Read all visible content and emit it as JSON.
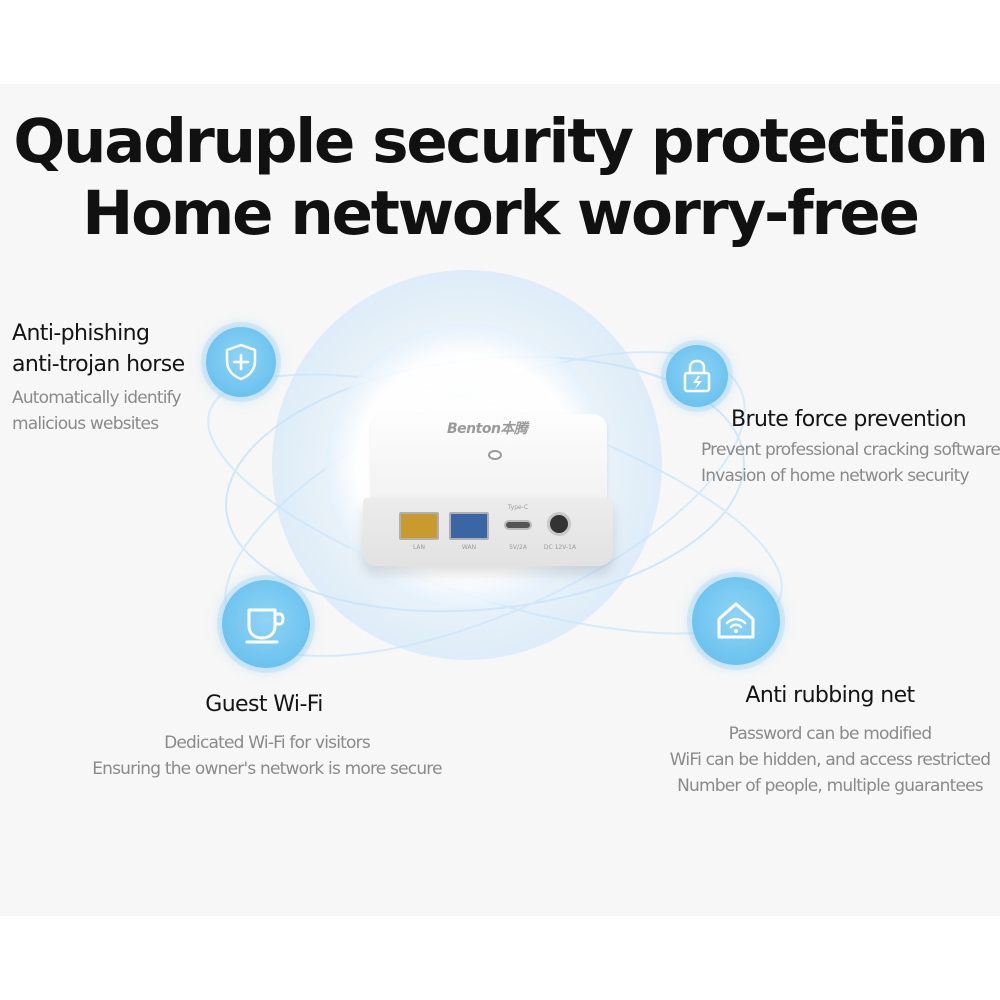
{
  "headline": {
    "line1": "Quadruple security protection",
    "line2": "Home network worry-free"
  },
  "router": {
    "brand": "Benton本腾",
    "ports": {
      "lan": "LAN",
      "wan": "WAN",
      "usbc_top": "Type-C",
      "usbc": "5V/2A",
      "dc": "DC 12V-1A"
    }
  },
  "features": {
    "anti_phishing": {
      "icon": "shield-plus-icon",
      "title_lines": [
        "Anti-phishing",
        "anti-trojan horse"
      ],
      "desc_lines": [
        "Automatically identify",
        "malicious websites"
      ]
    },
    "brute_force": {
      "icon": "lock-bolt-icon",
      "title": "Brute force prevention",
      "desc_lines": [
        "Prevent professional cracking software",
        "Invasion of home network security"
      ]
    },
    "guest_wifi": {
      "icon": "cup-icon",
      "title": "Guest Wi-Fi",
      "desc_lines": [
        "Dedicated Wi-Fi for visitors",
        "Ensuring the owner's network is more secure"
      ]
    },
    "anti_rubbing": {
      "icon": "home-wifi-icon",
      "title": "Anti rubbing net",
      "desc_lines": [
        "Password can be modified",
        "WiFi can be hidden, and access restricted",
        "Number of people, multiple guarantees"
      ]
    }
  },
  "colors": {
    "accent": "#6cc3ef",
    "orbit": "#cfe7f8",
    "headline": "#111111",
    "desc": "#8a8a8a",
    "background": "#f7f7f7"
  }
}
